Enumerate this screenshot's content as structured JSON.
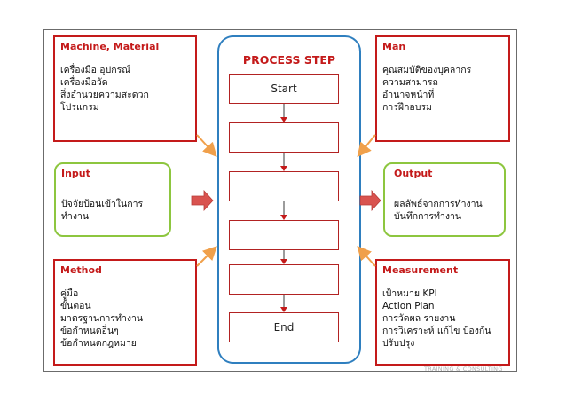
{
  "machine": {
    "title": "Machine, Material",
    "lines": [
      "เครื่องมือ อุปกรณ์",
      "เครื่องมือวัด",
      "สิ่งอำนวยความสะดวก",
      "โปรแกรม"
    ]
  },
  "man": {
    "title": "Man",
    "lines": [
      "คุณสมบัติของบุคลากร",
      "ความสามารถ",
      "อำนาจหน้าที่",
      "การฝึกอบรม"
    ]
  },
  "input": {
    "title": "Input",
    "lines": [
      "ปัจจัยป้อนเข้าในการ",
      "ทำงาน"
    ]
  },
  "output": {
    "title": "Output",
    "lines": [
      "ผลลัพธ์จากการทำงาน",
      "บันทึกการทำงาน"
    ]
  },
  "method": {
    "title": "Method",
    "lines": [
      "คู่มือ",
      "ขั้นตอน",
      "มาตรฐานการทำงาน",
      "ข้อกำหนดอื่นๆ",
      "ข้อกำหนดกฎหมาย"
    ]
  },
  "measurement": {
    "title": "Measurement",
    "lines": [
      "เป้าหมาย KPI",
      "Action Plan",
      "การวัดผล รายงาน",
      "การวิเคราะห์ แก้ไข ป้องกัน",
      "ปรับปรุง"
    ]
  },
  "process": {
    "title": "PROCESS STEP",
    "steps": [
      "Start",
      "",
      "",
      "",
      "",
      "End"
    ]
  },
  "watermark": "TRAINING & CONSULTING",
  "colors": {
    "accent_red": "#c41a1a",
    "green_border": "#8dc63f",
    "blue_border": "#2f7fbf",
    "orange_arrow": "#f0a04b",
    "red_arrow": "#d9534f"
  }
}
